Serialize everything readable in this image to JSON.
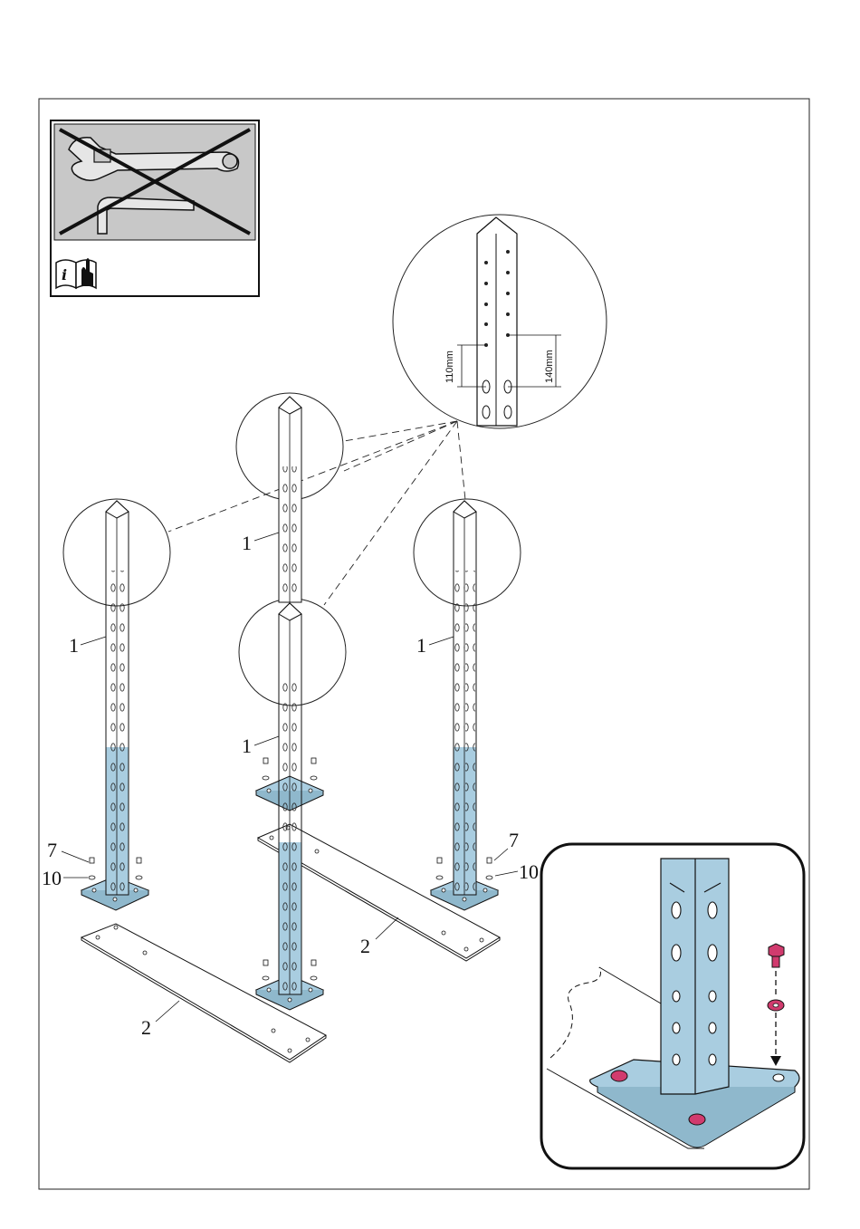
{
  "colors": {
    "frame": "#222222",
    "panel_gray": "#c8c8c8",
    "highlight_blue": "#a9cde0",
    "bolt_pink": "#d13b6e",
    "line": "#111111"
  },
  "icons": {
    "no_tools": "crossed-wrench-and-hex-key-icon",
    "info": "info-manual-icon"
  },
  "parts": {
    "upright": "1",
    "beam": "2",
    "bolt": "7",
    "washer": "10"
  },
  "dimensions": {
    "left_spacing": "110mm",
    "right_spacing": "140mm"
  }
}
